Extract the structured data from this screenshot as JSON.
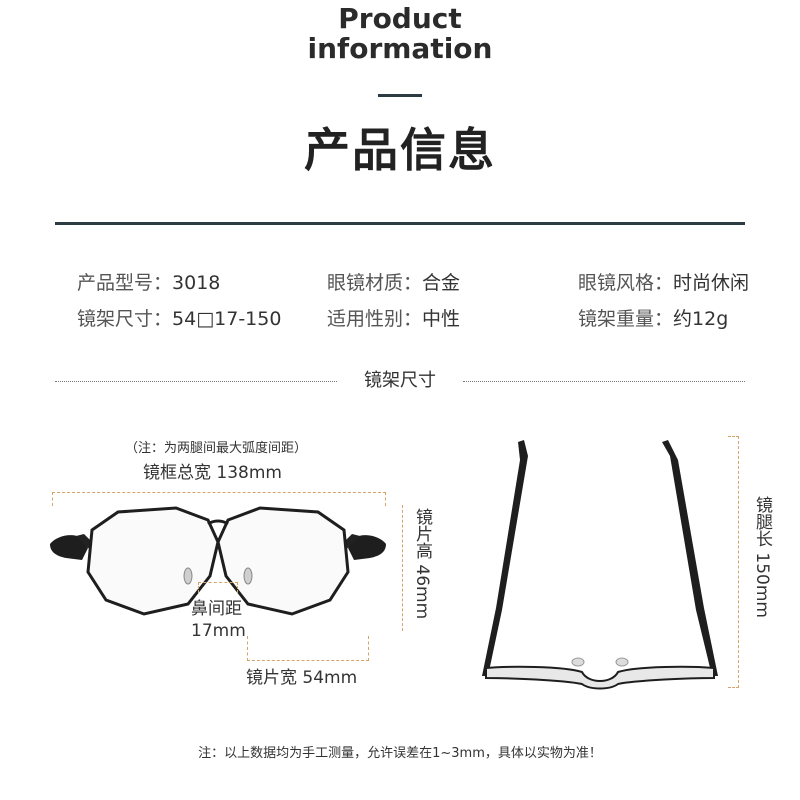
{
  "header": {
    "title_en_line1": "Product",
    "title_en_line2": "information",
    "title_cn": "产品信息"
  },
  "specs": [
    {
      "label": "产品型号：",
      "value": "3018"
    },
    {
      "label": "眼镜材质：",
      "value": "合金"
    },
    {
      "label": "眼镜风格：",
      "value": "时尚休闲"
    },
    {
      "label": "镜架尺寸：",
      "value": "54□17-150"
    },
    {
      "label": "适用性别：",
      "value": "中性"
    },
    {
      "label": "镜架重量：",
      "value": "约12g"
    }
  ],
  "section_title": "镜架尺寸",
  "dimensions": {
    "note": "（注：为两腿间最大弧度间距）",
    "total_width": "镜框总宽  138mm",
    "lens_height": "镜片高 46mm",
    "bridge_label": "鼻间距",
    "bridge_value": "17mm",
    "lens_width": "镜片宽 54mm",
    "temple_length": "镜腿长 150mm"
  },
  "footer": {
    "note": "注：以上数据均为手工测量，允许误差在1~3mm，具体以实物为准！"
  }
}
